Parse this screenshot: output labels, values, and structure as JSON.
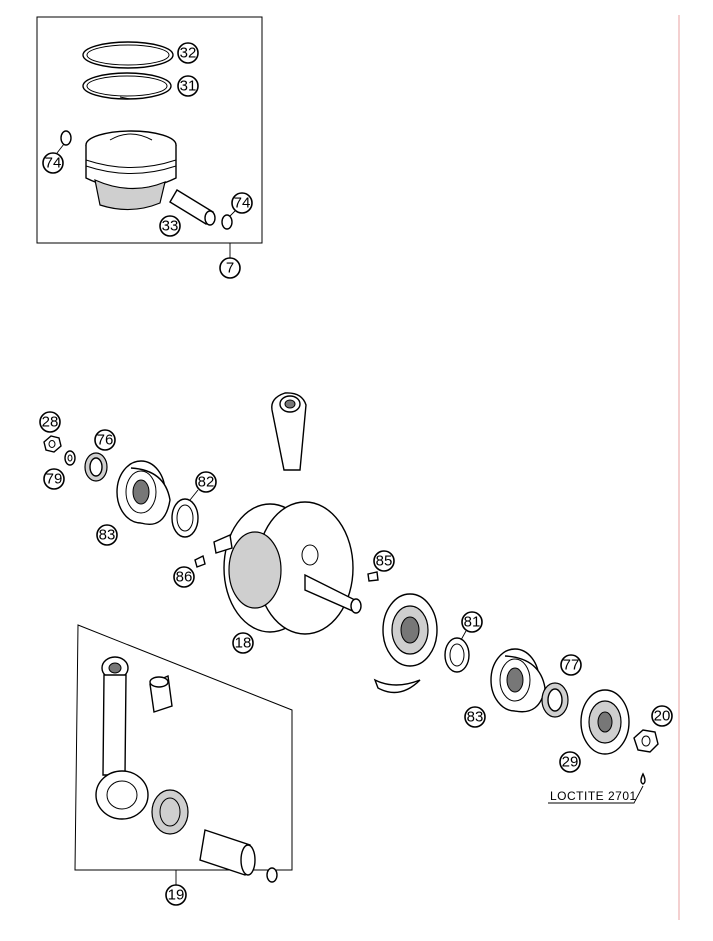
{
  "callouts": {
    "c32": "32",
    "c31": "31",
    "c74a": "74",
    "c74b": "74",
    "c33": "33",
    "c7": "7",
    "c28": "28",
    "c76": "76",
    "c79": "79",
    "c82": "82",
    "c83a": "83",
    "c86": "86",
    "c85": "85",
    "c18": "18",
    "c81": "81",
    "c77": "77",
    "c20": "20",
    "c83b": "83",
    "c29": "29",
    "c19": "19"
  },
  "note": {
    "loctite": "LOCTITE 2701"
  },
  "colors": {
    "line": "#000000",
    "margin_line": "#e8a0a0",
    "fill": "#ffffff",
    "shade": "#cfcfcf"
  }
}
